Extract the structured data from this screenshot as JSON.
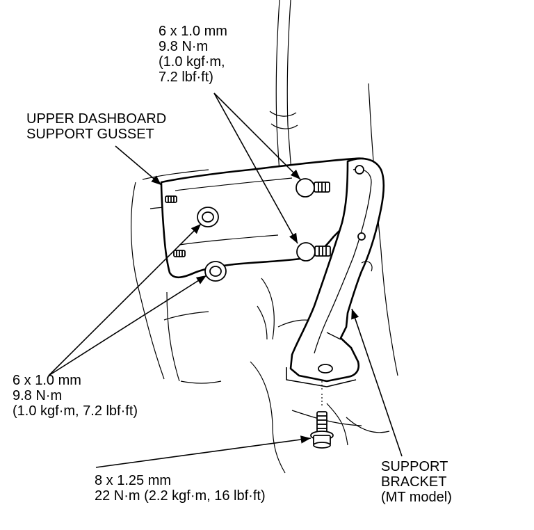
{
  "diagram": {
    "line_color": "#000000",
    "background_color": "#ffffff"
  },
  "labels": {
    "top_spec": {
      "line1": "6 x 1.0 mm",
      "line2": "9.8 N·m",
      "line3": "(1.0 kgf·m,",
      "line4": "7.2 lbf·ft)"
    },
    "gusset": {
      "line1": "UPPER DASHBOARD",
      "line2": "SUPPORT GUSSET"
    },
    "left_spec": {
      "line1": "6 x 1.0 mm",
      "line2": "9.8 N·m",
      "line3": "(1.0 kgf·m, 7.2 lbf·ft)"
    },
    "bottom_spec": {
      "line1": "8 x 1.25 mm",
      "line2": "22 N·m (2.2 kgf·m, 16 lbf·ft)"
    },
    "bracket": {
      "line1": "SUPPORT",
      "line2": "BRACKET",
      "line3": "(MT model)"
    }
  }
}
